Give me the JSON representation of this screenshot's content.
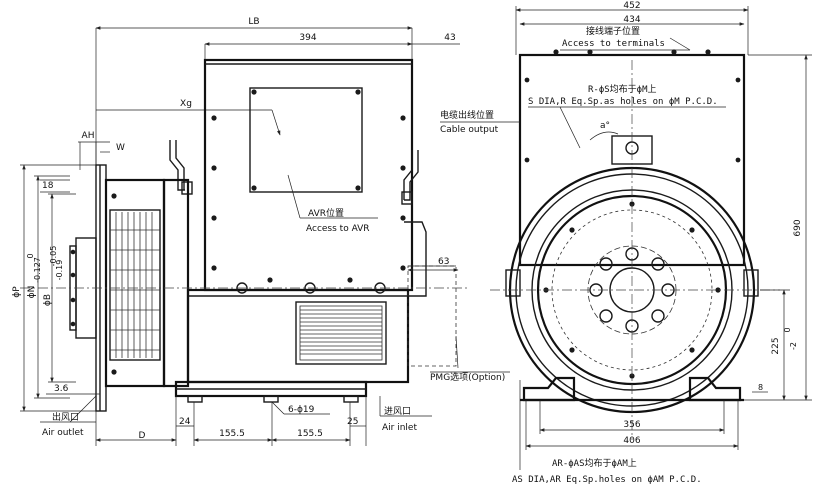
{
  "front_view": {
    "dims": {
      "lb": "LB",
      "d394": "394",
      "d43": "43",
      "xg": "Xg",
      "ah": "AH",
      "w": "W",
      "d18": "18",
      "d3_6": "3.6",
      "d63": "63",
      "d24": "24",
      "d155_5_a": "155.5",
      "d155_5_b": "155.5",
      "d25": "25",
      "d": "D",
      "holes": "6-ϕ19",
      "phi_p": "ϕP",
      "phi_n": "ϕN",
      "phi_n_tol": "-0.127",
      "phi_n_tol_top": "0",
      "phi_b": "ϕB",
      "phi_b_tol": "-0.19",
      "phi_b_tol_top": "-0.05"
    },
    "labels": {
      "avr_cn": "AVR位置",
      "avr_en": "Access to AVR",
      "air_outlet_cn": "出风口",
      "air_outlet_en": "Air outlet",
      "air_inlet_cn": "进风口",
      "air_inlet_en": "Air inlet",
      "pmg": "PMG选项(Option)"
    }
  },
  "side_view": {
    "dims": {
      "d452": "452",
      "d434": "434",
      "d690": "690",
      "d225": "225",
      "d225_tol_top": "0",
      "d225_tol": "-2",
      "d8": "8",
      "d356": "356",
      "d406": "406",
      "angle": "a°"
    },
    "labels": {
      "terminals_cn": "接线端子位置",
      "terminals_en": "Access to terminals",
      "r_holes_cn": "R-ϕS均布于ϕM上",
      "s_dia": "S DIA,R Eq.Sp.as holes on ϕM P.C.D.",
      "cable_cn": "电缆出线位置",
      "cable_en": "Cable output",
      "ar_holes_cn": "AR-ϕAS均布于ϕAM上",
      "as_dia": "AS DIA,AR Eq.Sp.holes on ϕAM P.C.D."
    }
  }
}
